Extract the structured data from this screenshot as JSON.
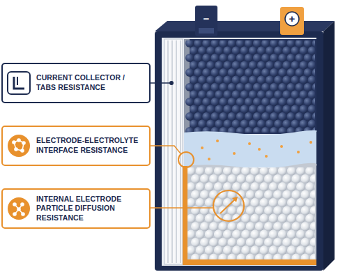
{
  "diagram": {
    "nodes": [
      {
        "text": [
          "CURRENT COLLECTOR / TABS RESISTANCE"
        ]
      },
      {
        "text": [
          "ELECTRODE-ELECTROLYTE INTERFACE RESISTANCE"
        ]
      },
      {
        "text": [
          "INTERNAL ELECTRODE PARTICLE DIFFUSION RESISTANCE"
        ]
      }
    ],
    "labels": [
      "−",
      "+"
    ]
  }
}
